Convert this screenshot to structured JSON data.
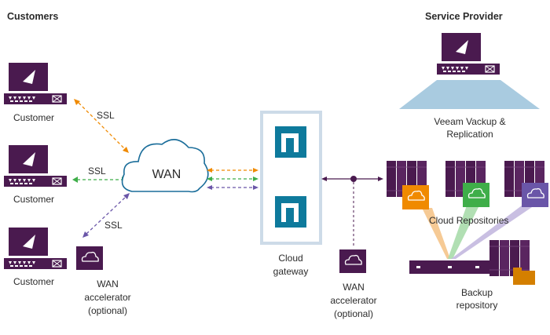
{
  "headings": {
    "customers": "Customers",
    "provider": "Service Provider"
  },
  "customers": [
    {
      "label": "Customer",
      "link": "SSL"
    },
    {
      "label": "Customer",
      "link": "SSL"
    },
    {
      "label": "Customer",
      "link": "SSL"
    }
  ],
  "wan": {
    "label": "WAN"
  },
  "gateway": {
    "line1": "Cloud",
    "line2": "gateway"
  },
  "wan_accel_customer": {
    "line1": "WAN",
    "line2": "accelerator",
    "line3": "(optional)"
  },
  "wan_accel_provider": {
    "line1": "WAN",
    "line2": "accelerator",
    "line3": "(optional)"
  },
  "veeam": {
    "line1": "Veeam Vackup &",
    "line2": "Replication"
  },
  "cloud_repos": {
    "label": "Cloud Repositories"
  },
  "backup_repo": {
    "line1": "Backup",
    "line2": "repository"
  },
  "colors": {
    "purple": "#4a1a4f",
    "orange": "#f08a00",
    "green": "#3fae49",
    "violet": "#6a56a8",
    "teal": "#0e7a9c",
    "gateway_border": "#cddbe8",
    "cloud_stroke": "#1a6d9a",
    "beam": "#a9cbe0"
  },
  "icons": {
    "server": "server-icon",
    "cloud": "cloud-icon",
    "gateway": "gateway-icon",
    "rack": "storage-rack-icon",
    "folder": "folder-icon"
  }
}
